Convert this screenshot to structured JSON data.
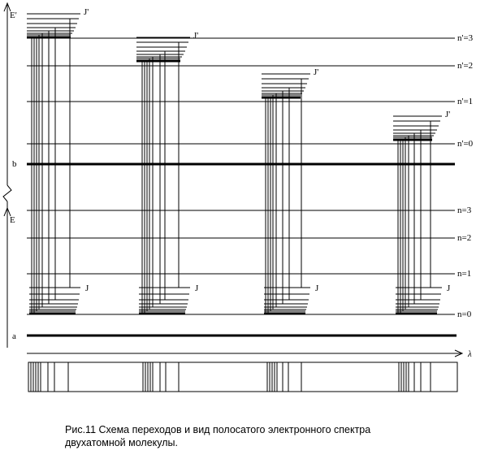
{
  "axis_labels": {
    "upper_energy": "E'",
    "lower_energy": "E",
    "upper_electronic": "b",
    "lower_electronic": "a",
    "wavelength": "λ"
  },
  "upper_levels": [
    {
      "n": 3,
      "label": "n'=3"
    },
    {
      "n": 2,
      "label": "n'=2"
    },
    {
      "n": 1,
      "label": "n'=1"
    },
    {
      "n": 0,
      "label": "n'=0"
    }
  ],
  "lower_levels": [
    {
      "n": 3,
      "label": "n=3"
    },
    {
      "n": 2,
      "label": "n=2"
    },
    {
      "n": 1,
      "label": "n=1"
    },
    {
      "n": 0,
      "label": "n=0"
    }
  ],
  "rotational_labels": {
    "upper": "J'",
    "lower": "J"
  },
  "band_count": 4,
  "caption": {
    "line1": "Рис.11 Схема переходов и вид полосатого электронного спектра",
    "line2": "двухатомной молекулы."
  }
}
